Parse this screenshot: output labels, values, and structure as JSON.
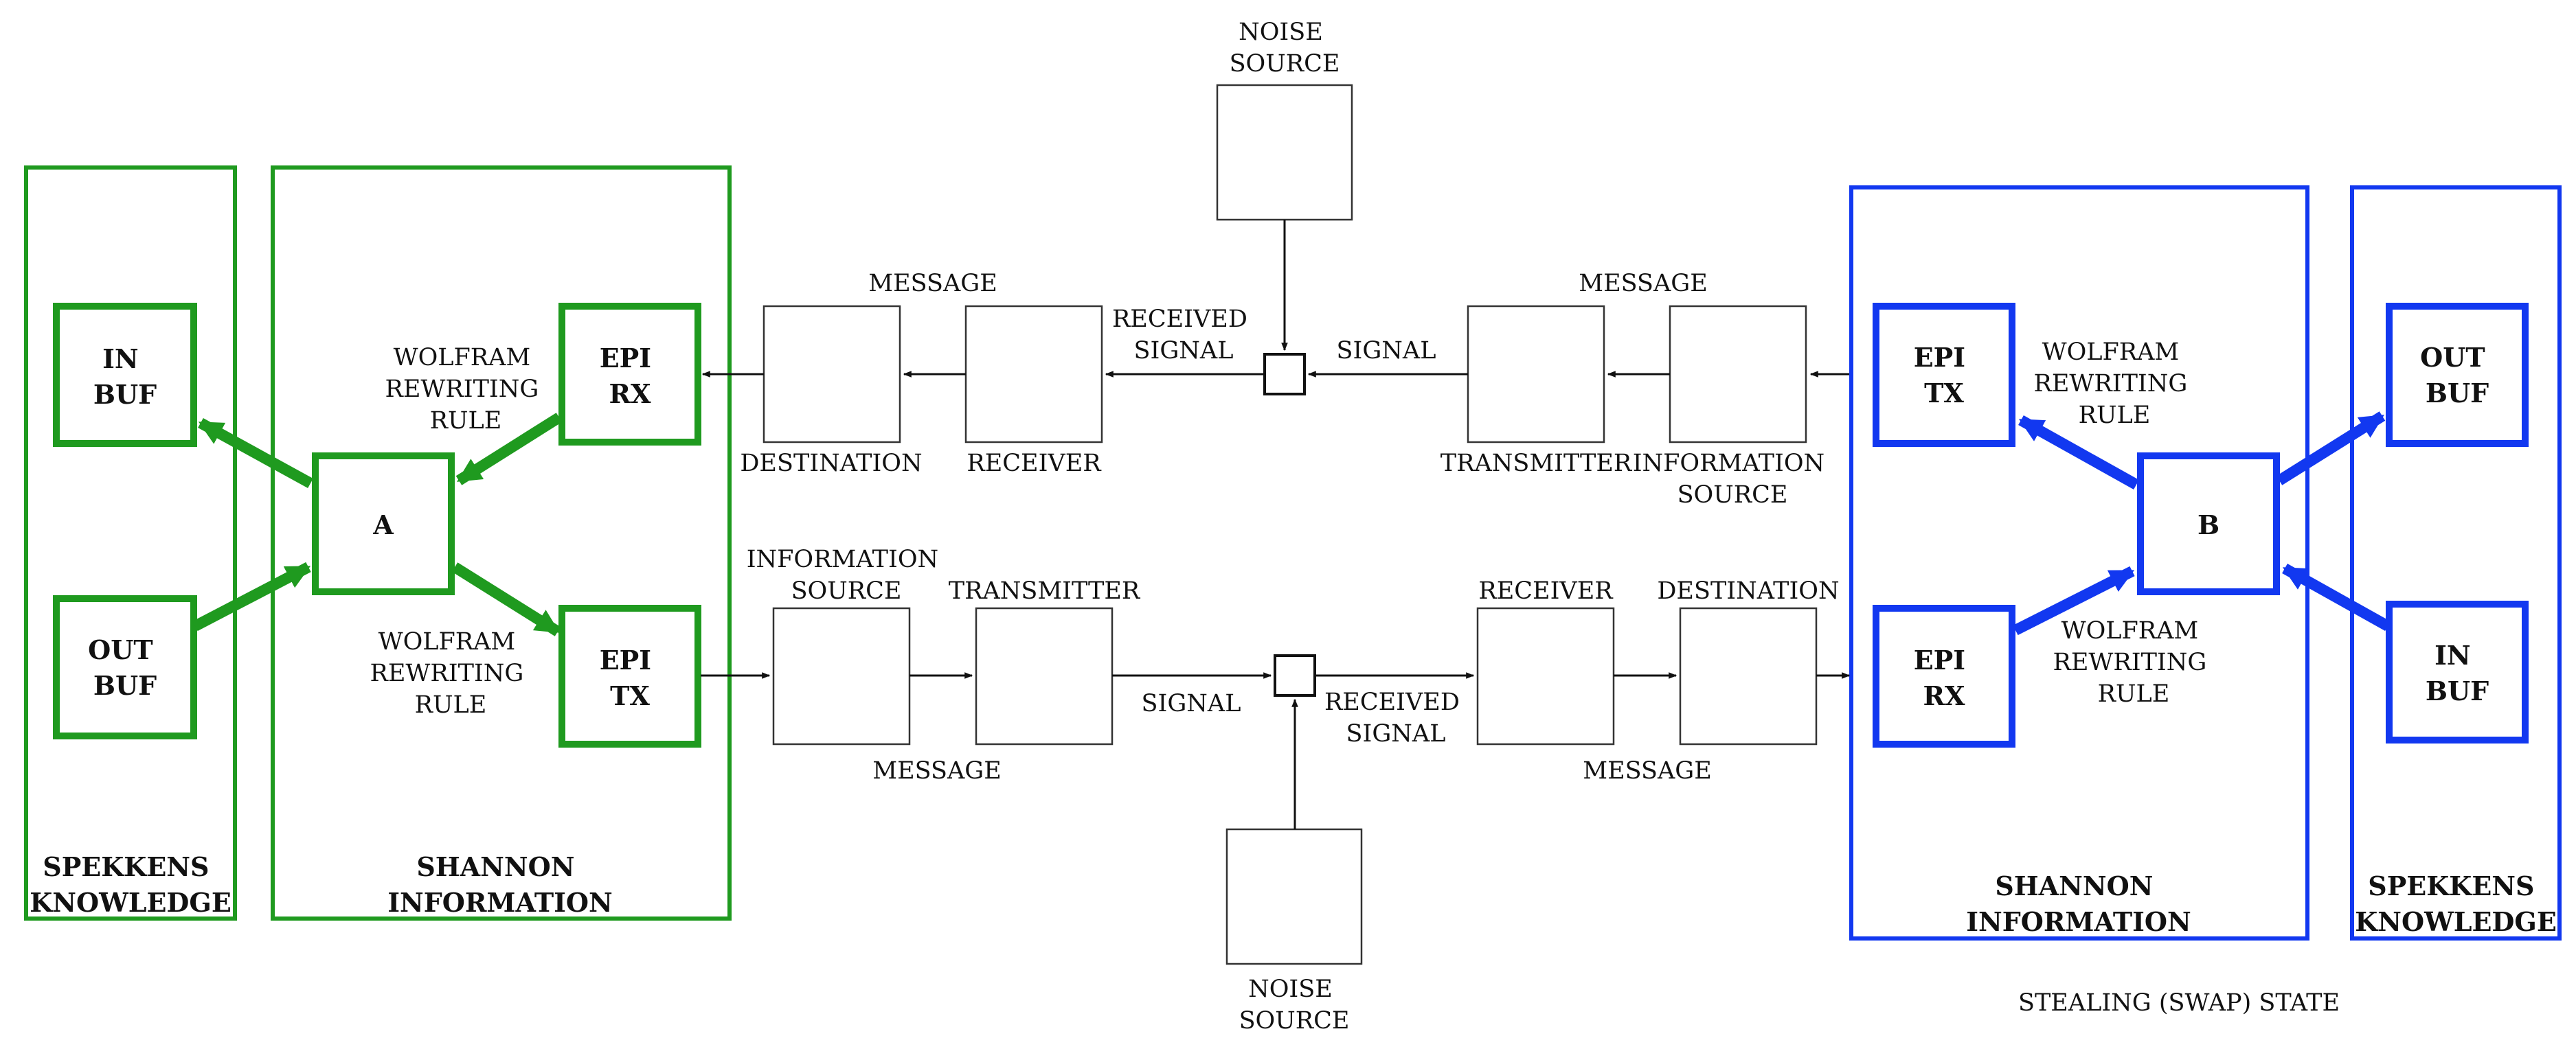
{
  "colors": {
    "green": "#1f9a1f",
    "blue": "#1238f0",
    "ink": "#111111"
  },
  "left": {
    "knowledge_title": [
      "SPEKKENS",
      "KNOWLEDGE"
    ],
    "info_title": [
      "SHANNON",
      "INFORMATION"
    ],
    "in_buf": [
      "IN",
      "BUF"
    ],
    "out_buf": [
      "OUT",
      "BUF"
    ],
    "node": "A",
    "epi_rx": [
      "EPI",
      "RX"
    ],
    "epi_tx": [
      "EPI",
      "TX"
    ],
    "rule_top": [
      "WOLFRAM",
      "REWRITING",
      "RULE"
    ],
    "rule_bottom": [
      "WOLFRAM",
      "REWRITING",
      "RULE"
    ]
  },
  "right": {
    "knowledge_title": [
      "SPEKKENS",
      "KNOWLEDGE"
    ],
    "info_title": [
      "SHANNON",
      "INFORMATION"
    ],
    "in_buf": [
      "IN",
      "BUF"
    ],
    "out_buf": [
      "OUT",
      "BUF"
    ],
    "node": "B",
    "epi_rx": [
      "EPI",
      "RX"
    ],
    "epi_tx": [
      "EPI",
      "TX"
    ],
    "rule_top": [
      "WOLFRAM",
      "REWRITING",
      "RULE"
    ],
    "rule_bottom": [
      "WOLFRAM",
      "REWRITING",
      "RULE"
    ]
  },
  "top_channel": {
    "noise_source": [
      "NOISE",
      "SOURCE"
    ],
    "message_left": "MESSAGE",
    "message_right": "MESSAGE",
    "received_signal": [
      "RECEIVED",
      "SIGNAL"
    ],
    "signal": "SIGNAL",
    "destination": "DESTINATION",
    "receiver": "RECEIVER",
    "transmitter": "TRANSMITTER",
    "information_source": [
      "INFORMATION",
      "SOURCE"
    ]
  },
  "bottom_channel": {
    "information_source": [
      "INFORMATION",
      "SOURCE"
    ],
    "transmitter": "TRANSMITTER",
    "receiver": "RECEIVER",
    "destination": "DESTINATION",
    "signal": "SIGNAL",
    "received_signal": [
      "RECEIVED",
      "SIGNAL"
    ],
    "message_left": "MESSAGE",
    "message_right": "MESSAGE",
    "noise_source": [
      "NOISE",
      "SOURCE"
    ]
  },
  "caption": "STEALING (SWAP) STATE"
}
